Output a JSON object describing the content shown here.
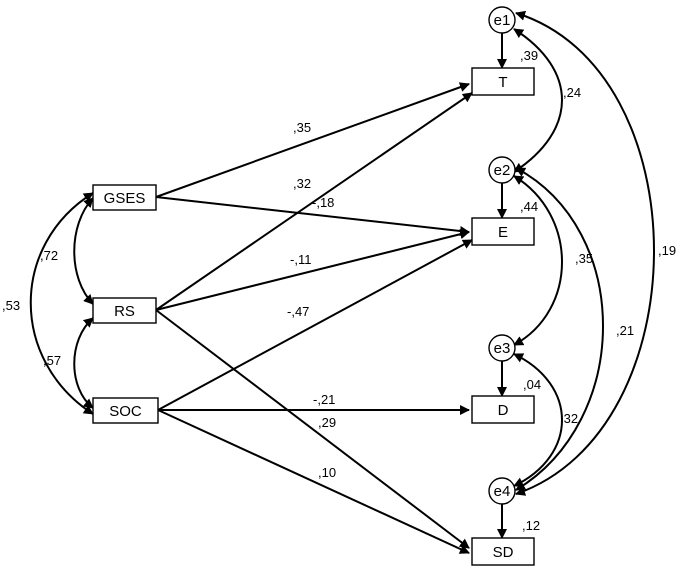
{
  "nodes": {
    "gses": "GSES",
    "rs": "RS",
    "soc": "SOC",
    "t": "T",
    "e": "E",
    "d": "D",
    "sd": "SD",
    "e1": "e1",
    "e2": "e2",
    "e3": "e3",
    "e4": "e4"
  },
  "paths": {
    "gses_t": ",35",
    "gses_e": "-,18",
    "rs_t": ",32",
    "rs_e": "-,11",
    "rs_sd": ",29",
    "soc_e": "-,47",
    "soc_d": "-,21",
    "soc_sd": ",10"
  },
  "covariances": {
    "gses_rs": ",72",
    "rs_soc": ",57",
    "gses_soc": ",53",
    "e1_e2": ",24",
    "e2_e3": ",35",
    "e3_e4": ",32",
    "e2_e4": ",21",
    "e1_e4": ",19"
  },
  "r_squared": {
    "t": ",39",
    "e": ",44",
    "d": ",04",
    "sd": ",12"
  }
}
